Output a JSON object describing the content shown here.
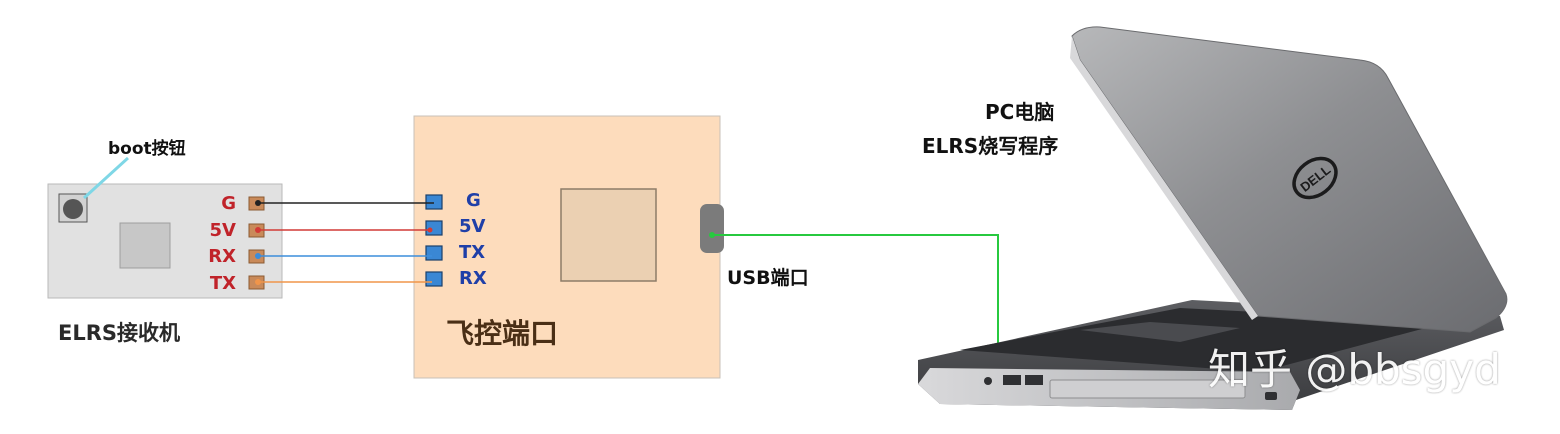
{
  "receiver": {
    "boot_label": "boot按钮",
    "title": "ELRS接收机",
    "pins": [
      "G",
      "5V",
      "RX",
      "TX"
    ]
  },
  "flight_controller": {
    "title": "飞控端口",
    "pins": [
      "G",
      "5V",
      "TX",
      "RX"
    ],
    "usb_label": "USB端口"
  },
  "pc": {
    "line1": "PC电脑",
    "line2": "ELRS烧写程序",
    "logo": "DELL"
  },
  "watermark": "知乎 @bbsgyd",
  "colors": {
    "wire_g": "#222222",
    "wire_5v": "#d23a36",
    "wire_rx": "#3c8ddb",
    "wire_tx": "#f0954a",
    "wire_usb": "#27c93f",
    "fc_board": "#fddcbc",
    "receiver_board": "#e1e1e1",
    "pin_pad_receiver": "#c98a5a",
    "pin_pad_fc": "#3a87d4"
  },
  "icons": [
    "boot-button-icon",
    "laptop-icon",
    "dell-logo-icon",
    "usb-port-icon"
  ]
}
